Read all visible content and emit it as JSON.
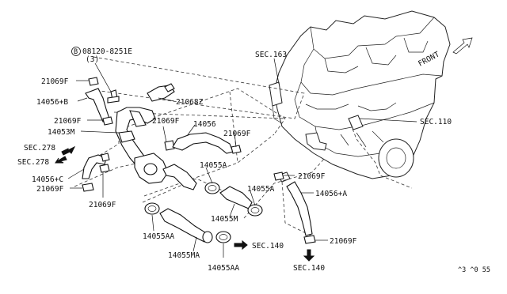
{
  "diagram": {
    "callouts": {
      "bolt_circle_symbol": "B",
      "bolt_part": "08120-8251E",
      "bolt_qty": "(3)",
      "clamp_top_left": "21069F",
      "hose_56b": "14056+B",
      "clamp_left_mid": "21069F",
      "hose_53m": "14053M",
      "sec278_a": "SEC.278",
      "sec278_b": "SEC.278",
      "hose_56c": "14056+C",
      "clamp_left_low": "21069F",
      "clamp_lower_center": "21069F",
      "gasket_68z": "21068Z",
      "clamp_center": "21069F",
      "hose_56": "14056",
      "clamp_right_of_56": "21069F",
      "clamp_55a_left": "14055A",
      "hose_55m": "14055M",
      "clamp_55a_right": "14055A",
      "clamp_55aa_top": "14055AA",
      "hose_55ma": "14055MA",
      "clamp_55aa_bottom": "14055AA",
      "sec140_mid": "SEC.140",
      "sec163": "SEC.163",
      "sec110": "SEC.110",
      "clamp_engine_right": "21069F",
      "hose_56a": "14056+A",
      "clamp_bottom_right": "21069F",
      "sec140_bottom": "SEC.140",
      "front": "FRONT",
      "diagram_code": "^3  ^0 55"
    }
  }
}
